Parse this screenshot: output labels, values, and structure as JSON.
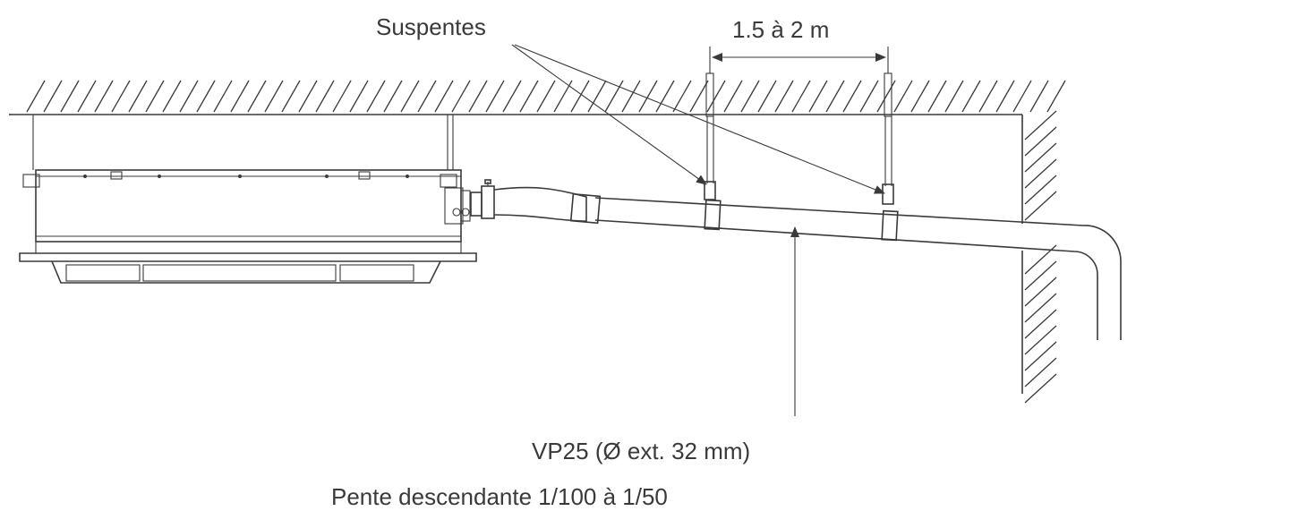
{
  "labels": {
    "hangers": "Suspentes",
    "spacing": "1.5 à 2 m",
    "pipe_spec": "VP25 (Ø ext. 32 mm)",
    "slope": "Pente descendante 1/100 à 1/50"
  },
  "colors": {
    "line": "#3a3a3a",
    "background": "#ffffff"
  }
}
